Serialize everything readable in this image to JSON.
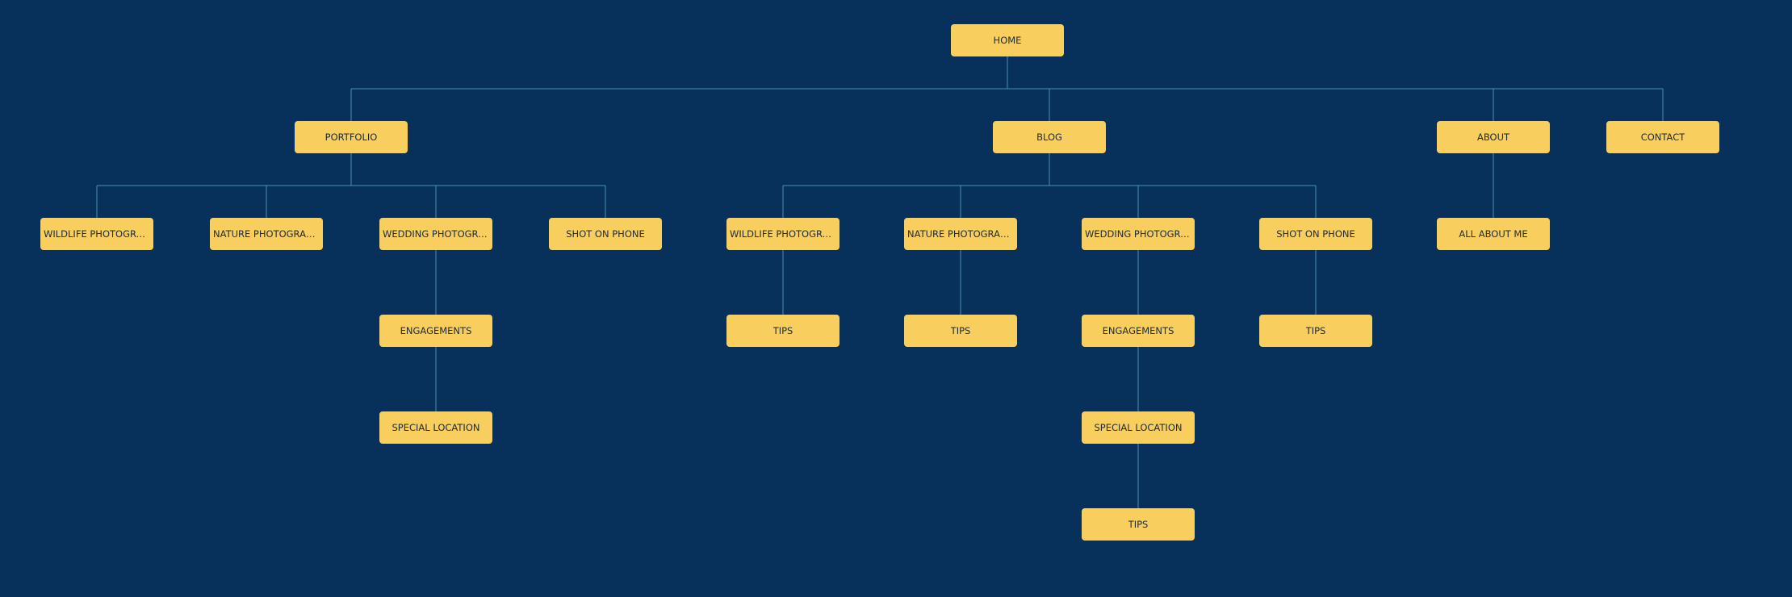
{
  "colors": {
    "background": "#07315b",
    "node_fill": "#f8cf5f",
    "node_text": "#1b2a3a",
    "connector": "#4a90b8"
  },
  "sitemap": {
    "home": "HOME",
    "portfolio": {
      "label": "PORTFOLIO",
      "wildlife": "WILDLIFE PHOTOGRAPHY",
      "nature": "NATURE PHOTOGRAPHY",
      "wedding": "WEDDING PHOTOGRAPHY",
      "engagements": "ENGAGEMENTS",
      "special_location": "SPECIAL LOCATION",
      "shot_on_phone": "SHOT ON PHONE"
    },
    "blog": {
      "label": "BLOG",
      "wildlife": "WILDLIFE PHOTOGRAPHY",
      "wildlife_tips": "TIPS",
      "nature": "NATURE PHOTOGRAPH...",
      "nature_tips": "TIPS",
      "wedding": "WEDDING PHOTOGRAPHY",
      "engagements": "ENGAGEMENTS",
      "special_location": "SPECIAL LOCATION",
      "special_location_tips": "TIPS",
      "shot_on_phone": "SHOT ON PHONE",
      "shot_on_phone_tips": "TIPS"
    },
    "about": {
      "label": "ABOUT",
      "all_about_me": "ALL ABOUT ME"
    },
    "contact": "CONTACT"
  }
}
